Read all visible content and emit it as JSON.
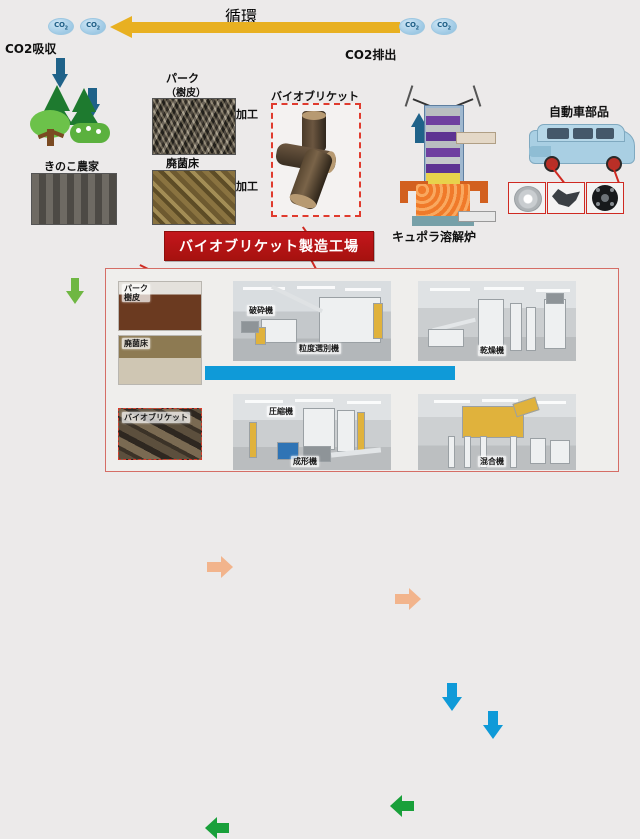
{
  "diagram": {
    "title_banner": "バイオブリケット製造工場",
    "cycle_label": "循環",
    "co2_absorb_label": "CO2吸収",
    "co2_emit_label": "CO2排出",
    "co2_bubble_text": "CO",
    "co2_bubble_sub": "2",
    "nodes": {
      "forest": {
        "label": ""
      },
      "mushroom_farm": {
        "label": "きのこ農家"
      },
      "bark": {
        "label": "パーク",
        "sublabel": "（樹皮）"
      },
      "spent_substrate": {
        "label": "廃菌床"
      },
      "process_1": {
        "label": "加工"
      },
      "process_2": {
        "label": "加工"
      },
      "bio_briquette": {
        "label": "バイオブリケット"
      },
      "cupola": {
        "label": "キュポラ溶解炉"
      },
      "auto_parts": {
        "label": "自動車部品"
      }
    }
  },
  "factory": {
    "inputs": [
      {
        "caption": "パーク\n樹皮"
      },
      {
        "caption": "廃菌床"
      }
    ],
    "input_bark_caption_line1": "パーク",
    "input_bark_caption_line2": "樹皮",
    "input_substrate_caption": "廃菌床",
    "machines": [
      {
        "caption": "破砕機"
      },
      {
        "caption": "粒度選別機"
      },
      {
        "caption": "乾燥機"
      },
      {
        "caption": "混合機"
      },
      {
        "caption": "圧縮機"
      },
      {
        "caption": "成形機"
      }
    ],
    "output": {
      "caption": "バイオブリケット"
    }
  },
  "colors": {
    "background": "#eceaea",
    "cycle_arrow": "#e8b021",
    "co2_arrow": "#1f6289",
    "process_arrow": "#e8731f",
    "green_arrow": "#6fb743",
    "banner_red": "#b31414",
    "dashed_red": "#e03b2e",
    "factory_flow_cyan": "#0f9ad8",
    "factory_flow_green": "#19a03a"
  }
}
